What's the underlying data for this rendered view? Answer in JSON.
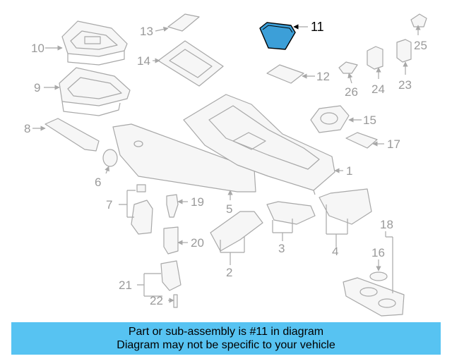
{
  "diagram": {
    "highlighted_part": "11",
    "highlight_color": "#3c9fd8",
    "banner_color": "#57c3f2",
    "callouts": [
      "1",
      "2",
      "3",
      "4",
      "5",
      "6",
      "7",
      "8",
      "9",
      "10",
      "11",
      "12",
      "13",
      "14",
      "15",
      "16",
      "17",
      "18",
      "19",
      "20",
      "21",
      "22",
      "23",
      "24",
      "25",
      "26"
    ]
  },
  "banner": {
    "line1": "Part or sub-assembly is #11 in diagram",
    "line2": "Diagram may not be specific to your vehicle"
  }
}
